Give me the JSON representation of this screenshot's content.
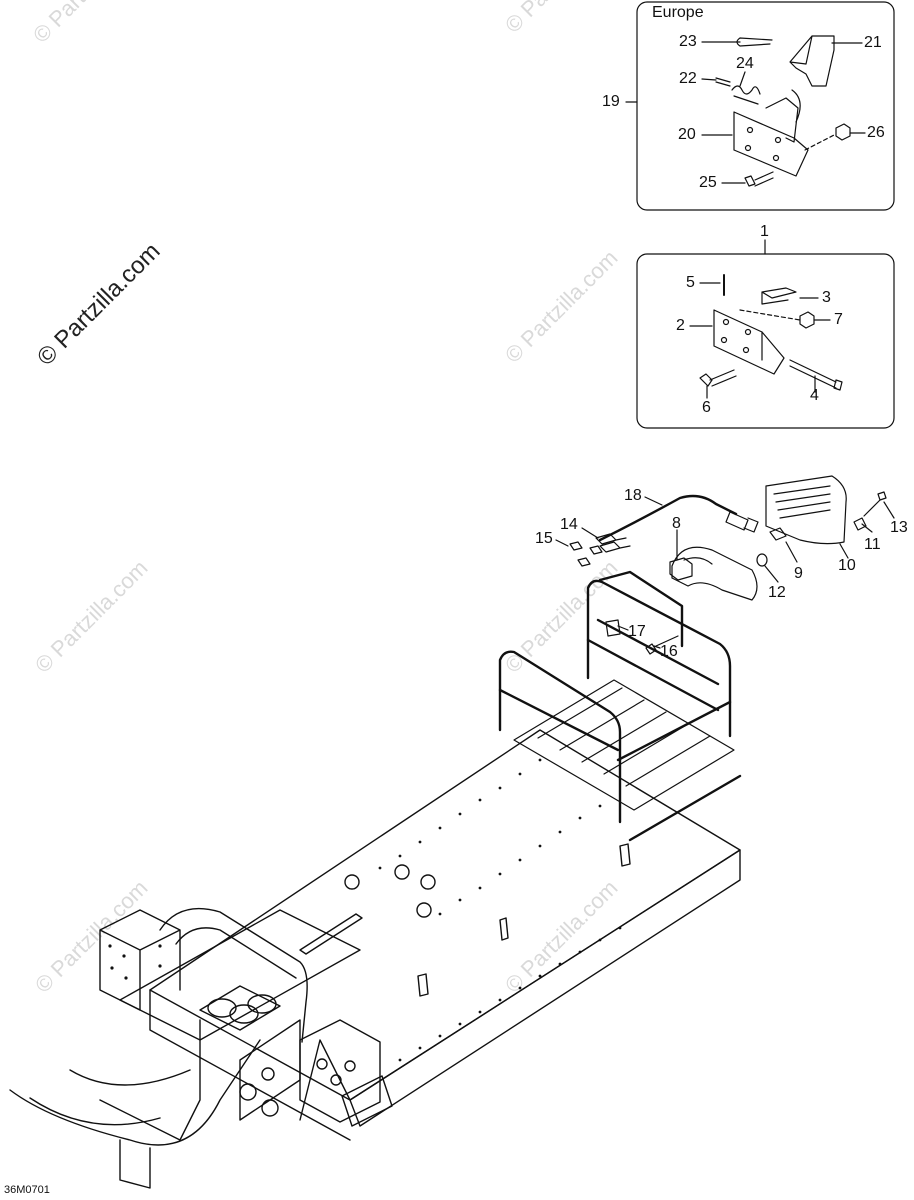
{
  "watermark": {
    "text": "© Partzilla.com"
  },
  "figure_code": "36M0701",
  "europe_box": {
    "title": "Europe",
    "callouts": [
      "19",
      "20",
      "21",
      "22",
      "23",
      "24",
      "25",
      "26"
    ]
  },
  "kit_box": {
    "callouts": [
      "1",
      "2",
      "3",
      "4",
      "5",
      "6",
      "7"
    ]
  },
  "light_assembly": {
    "callouts": [
      "8",
      "9",
      "10",
      "11",
      "12",
      "13",
      "14",
      "15",
      "16",
      "17",
      "18"
    ]
  }
}
